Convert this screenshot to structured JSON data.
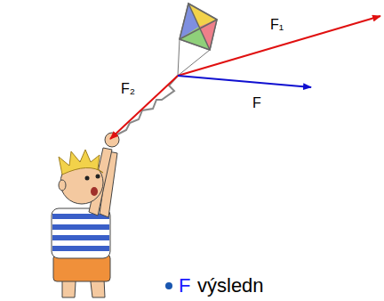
{
  "diagram": {
    "labels": [
      "F₁",
      "F₂",
      "F",
      "F",
      "výsledn"
    ]
  }
}
